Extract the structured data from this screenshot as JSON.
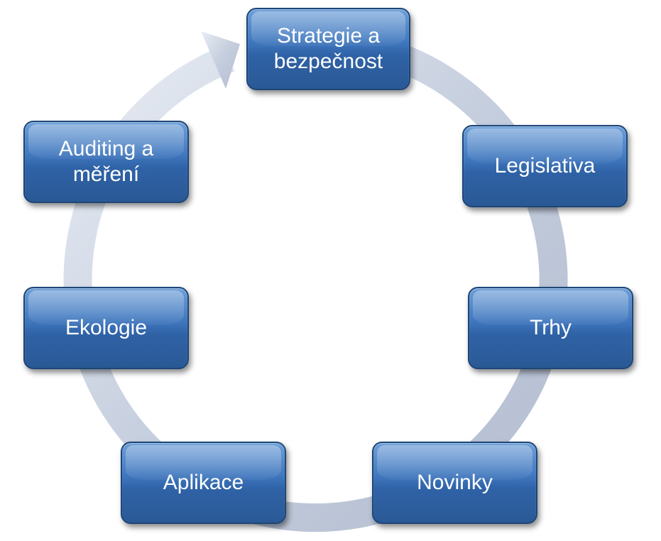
{
  "diagram": {
    "nodes": [
      {
        "id": "strategie",
        "label": "Strategie a\nbezpečnost"
      },
      {
        "id": "legislativa",
        "label": "Legislativa"
      },
      {
        "id": "trhy",
        "label": "Trhy"
      },
      {
        "id": "novinky",
        "label": "Novinky"
      },
      {
        "id": "aplikace",
        "label": "Aplikace"
      },
      {
        "id": "ekologie",
        "label": "Ekologie"
      },
      {
        "id": "auditing",
        "label": "Auditing a\nměření"
      }
    ],
    "flow": "clockwise cycle",
    "colors": {
      "node_fill": "#3f76bd",
      "node_border": "#1d4677",
      "node_text": "#ffffff",
      "ring": "#c9d2e2"
    }
  }
}
